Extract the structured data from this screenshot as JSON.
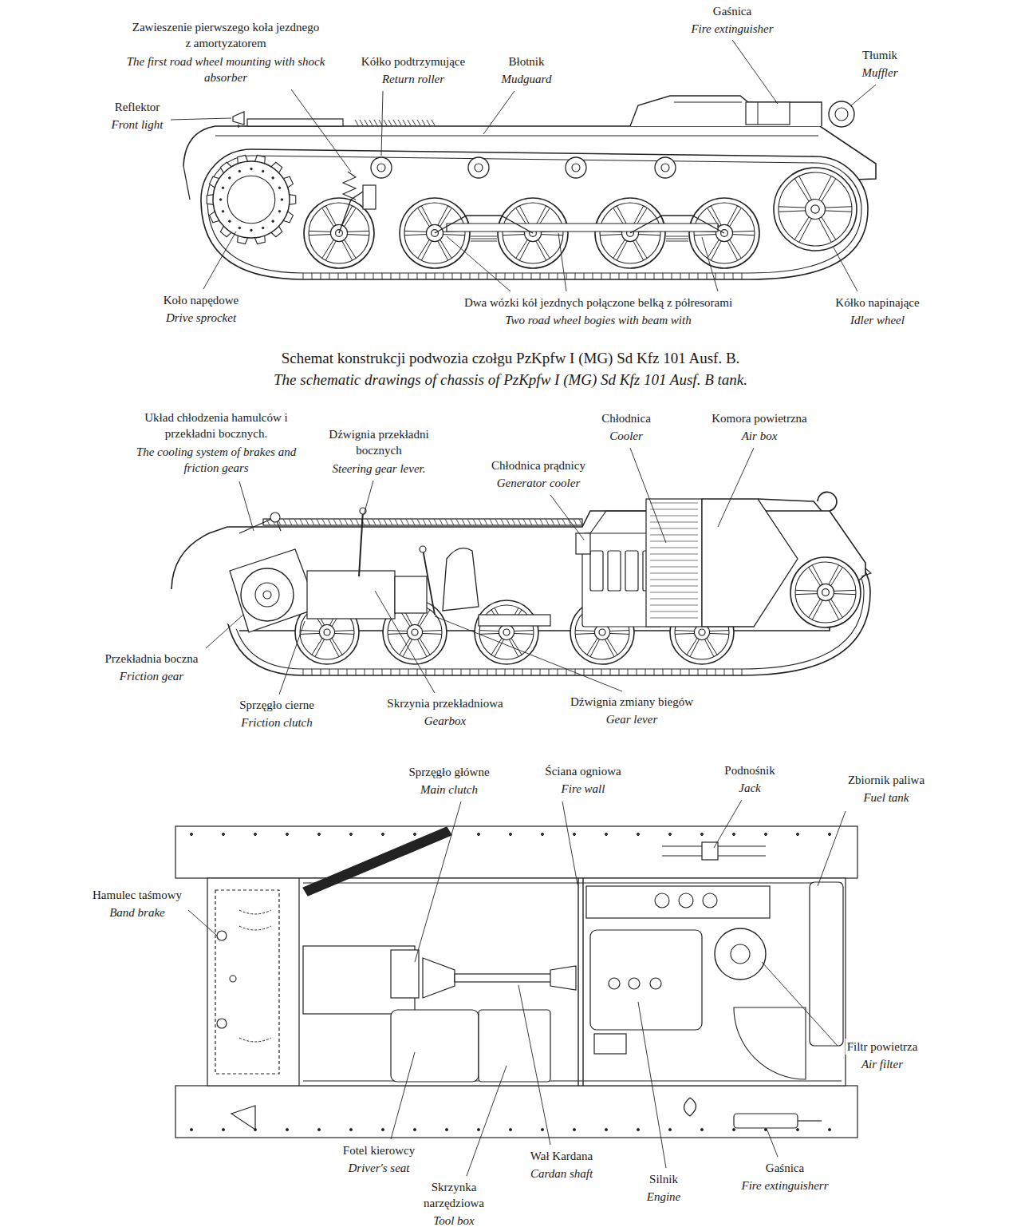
{
  "diagram": {
    "title": "Schemat konstrukcji podwozia czołgu PzKpfw I (MG) Sd Kfz 101 Ausf. B.",
    "caption": "The schematic drawings of chassis of PzKpfw I (MG) Sd Kfz 101 Ausf. B tank.",
    "labels": [
      "Zawieszenie pierwszego koła jezdnego z amortyzatorem",
      "The first road wheel mounting with shock absorber",
      "Reflektor",
      "Front light",
      "Kółko podtrzymujące",
      "Return roller",
      "Błotnik",
      "Mudguard",
      "Gaśnica",
      "Fire extinguisher",
      "Tłumik",
      "Muffler",
      "Koło napędowe",
      "Drive sprocket",
      "Dwa wózki kół jezdnych połączone belką z półresorami",
      "Two road wheel bogies with beam with",
      "Kółko napinające",
      "Idler wheel",
      "Układ chłodzenia hamulców i przekładni bocznych.",
      "The cooling system of brakes and friction gears",
      "Dźwignia przekładni bocznych",
      "Steering gear lever.",
      "Chłodnica",
      "Cooler",
      "Komora powietrzna",
      "Air box",
      "Chłodnica prądnicy",
      "Generator cooler",
      "Przekładnia boczna",
      "Friction gear",
      "Sprzęgło cierne",
      "Friction clutch",
      "Skrzynia przekładniowa",
      "Gearbox",
      "Dźwignia zmiany biegów",
      "Gear lever",
      "Sprzęgło główne",
      "Main clutch",
      "Ściana ogniowa",
      "Fire wall",
      "Podnośnik",
      "Jack",
      "Zbiornik paliwa",
      "Fuel tank",
      "Hamulec taśmowy",
      "Band brake",
      "Filtr powietrza",
      "Air filter",
      "Fotel kierowcy",
      "Driver's seat",
      "Wał Kardana",
      "Cardan shaft",
      "Skrzynka narzędziowa",
      "Tool box",
      "Silnik",
      "Engine",
      "Gaśnica",
      "Fire extinguisherr"
    ]
  }
}
